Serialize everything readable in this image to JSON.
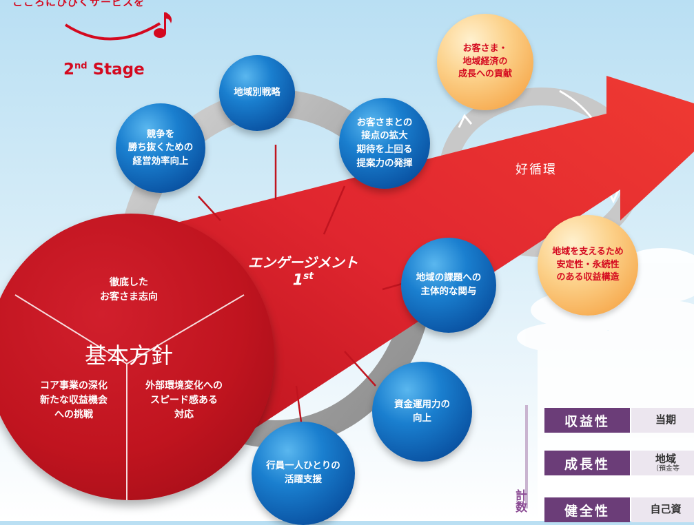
{
  "header": {
    "tagline": "こころにひびくサービスを",
    "stage": "2",
    "stage_sup": "nd",
    "stage_word": "Stage"
  },
  "cycle": {
    "label": "好循環",
    "nodes": [
      "お客さま・\n地域経済の\n成長への貢献",
      "地域を支えるため\n安定性・永続性\nのある収益構造"
    ]
  },
  "center": {
    "line1": "エンゲージメント",
    "line2": "1",
    "line2_sup": "st"
  },
  "strategies": [
    "地域別戦略",
    "競争を\n勝ち抜くための\n経営効率向上",
    "お客さまとの\n接点の拡大\n期待を上回る\n提案力の発揮",
    "地域の課題への\n主体的な関与",
    "資金運用力の\n向上",
    "行員一人ひとりの\n活躍支援"
  ],
  "kihon": {
    "title": "基本方針",
    "segments": [
      "徹底した\nお客さま志向",
      "コア事業の深化\n新たな収益機会\nへの挑戦",
      "外部環境変化への\nスピード感ある\n対応"
    ]
  },
  "targets": {
    "side_label": "計数",
    "rows": [
      {
        "label": "収益性",
        "value": "当期",
        "sub": ""
      },
      {
        "label": "成長性",
        "value": "地域",
        "sub": "（預金等"
      },
      {
        "label": "健全性",
        "value": "自己資",
        "sub": ""
      }
    ]
  },
  "colors": {
    "arrow_red": "#d4091f",
    "bubble_blue": "#0b5fb0",
    "bubble_orange": "#f6a74a",
    "table_purple": "#6b3d78"
  }
}
